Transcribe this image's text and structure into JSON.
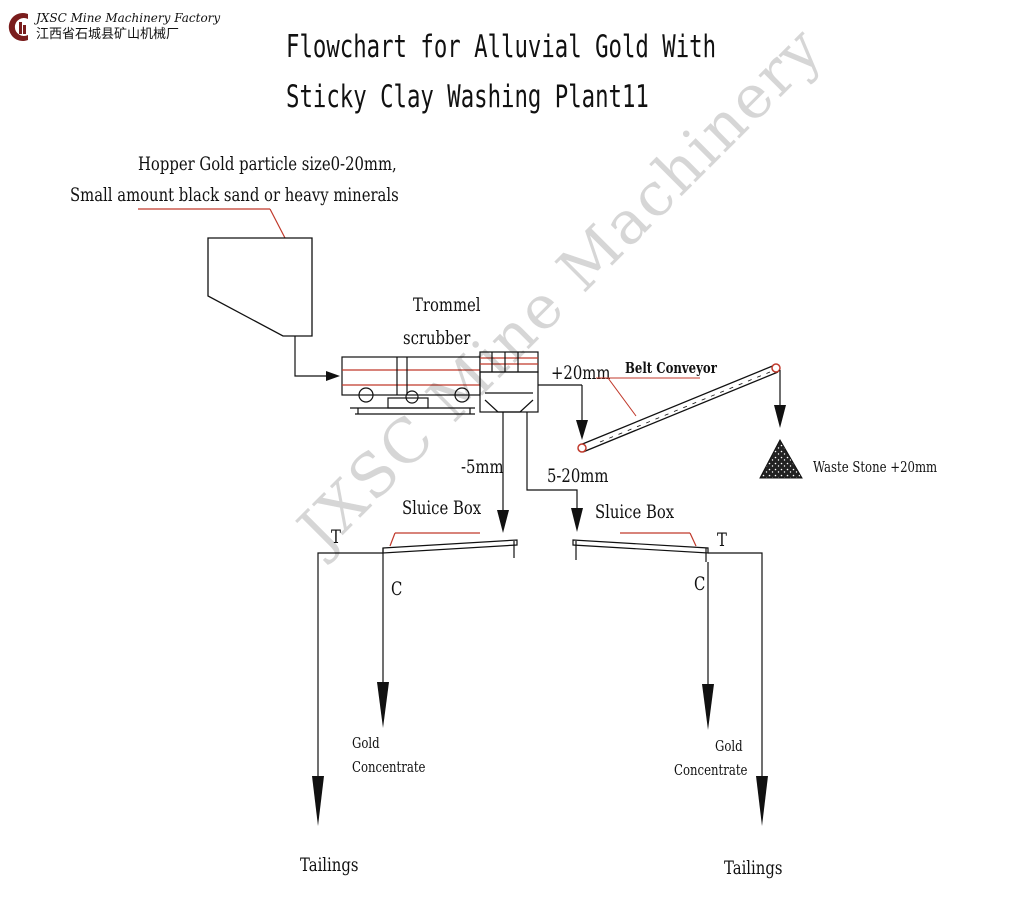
{
  "logo": {
    "company_en": "JXSC Mine Machinery Factory",
    "company_cn": "江西省石城县矿山机械厂",
    "brand_color": "#7a1d1d"
  },
  "title": {
    "line1": "Flowchart for Alluvial Gold With",
    "line2": "Sticky Clay Washing Plant11"
  },
  "hopper": {
    "line1": "Hopper Gold particle size0-20mm,",
    "line2": "Small amount black sand or heavy minerals"
  },
  "trommel": {
    "line1": "Trommel",
    "line2": "scrubber"
  },
  "labels": {
    "oversize": "+20mm",
    "belt_conveyor": "Belt Conveyor",
    "waste_stone": "Waste Stone +20mm",
    "fine": "-5mm",
    "medium": "5-20mm",
    "sluice_left": "Sluice Box",
    "sluice_right": "Sluice Box",
    "tail_mark_left": "T",
    "tail_mark_right": "T",
    "conc_mark_left": "C",
    "conc_mark_right": "C",
    "gold_left": "Gold",
    "concentrate_left": "Concentrate",
    "gold_right": "Gold",
    "concentrate_right": "Concentrate",
    "tailings_left": "Tailings",
    "tailings_right": "Tailings"
  },
  "watermark": "JXSC Mine Machinery",
  "colors": {
    "leader_line": "#c0392b",
    "ink": "#111111"
  }
}
